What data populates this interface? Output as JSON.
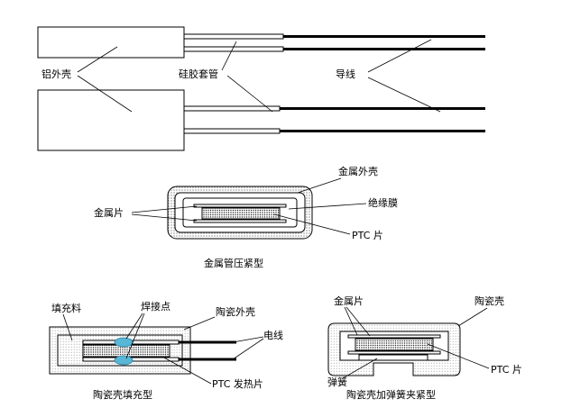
{
  "labels": {
    "aluminum_shell": "铝外壳",
    "silicone_sleeve": "硅胶套管",
    "lead_wire": "导线",
    "metal_shell": "金属外壳",
    "metal_sheet_1": "金属片",
    "insulation_film": "绝缘膜",
    "ptc_sheet": "PTC 片",
    "caption_metal_tube": "金属管压紧型",
    "filler": "填充料",
    "solder_point": "焊接点",
    "ceramic_shell_1": "陶瓷外壳",
    "wire": "电线",
    "ptc_heating_sheet": "PTC 发热片",
    "caption_ceramic_fill": "陶瓷壳填充型",
    "metal_sheet_2": "金属片",
    "ceramic_shell_2": "陶瓷壳",
    "spring": "弹簧",
    "ptc_sheet_2": "PTC 片",
    "caption_ceramic_spring": "陶瓷壳加弹簧夹紧型"
  }
}
